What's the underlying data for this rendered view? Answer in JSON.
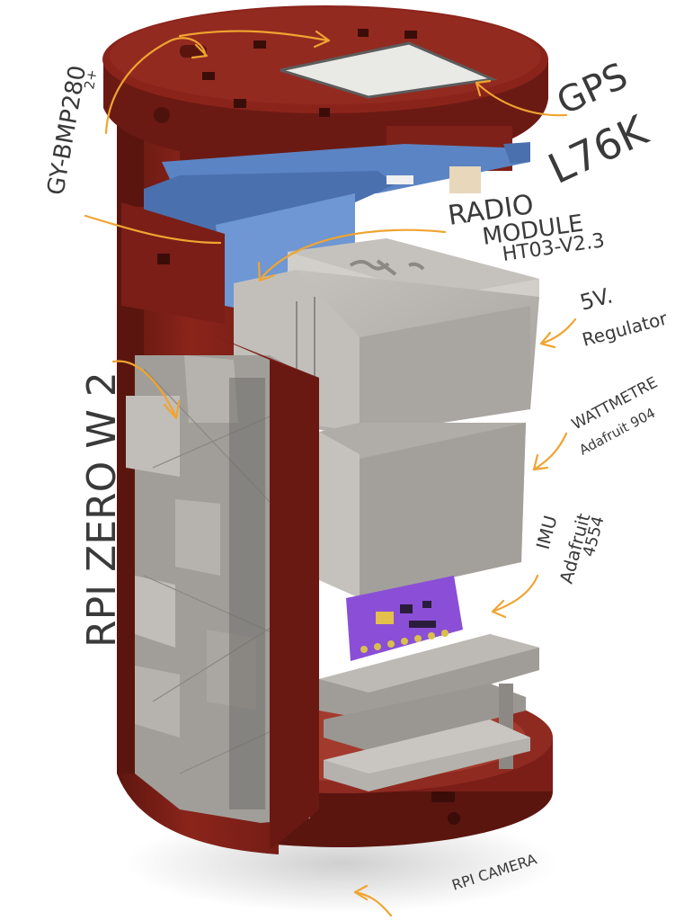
{
  "labels": {
    "gy_bmp": "GY-BMP280",
    "gy_bmp_sub": "2+",
    "gps": "GPS",
    "gps_model": "L76K",
    "radio_1": "RADIO",
    "radio_2": "MODULE",
    "radio_3": "HT03-V2.3",
    "reg_1": "5V.",
    "reg_2": "Regulator",
    "watt_1": "WATTMETRE",
    "watt_2": "Adafruit 904",
    "imu_1": "IMU",
    "imu_2": "Adafruit",
    "imu_3": "4554",
    "rpi": "RPI ZERO W 2",
    "camera": "RPI CAMERA"
  },
  "colors": {
    "housing": "#7a1e17",
    "housing_dark": "#4e120d",
    "housing_light": "#9a2b22",
    "module_grey": "#b9b6b1",
    "module_dark": "#8d8a86",
    "blue_bracket": "#5b84c4",
    "pcb_purple": "#8a4fd6",
    "arrow": "#f0a431",
    "ink": "#3a3a3a"
  }
}
